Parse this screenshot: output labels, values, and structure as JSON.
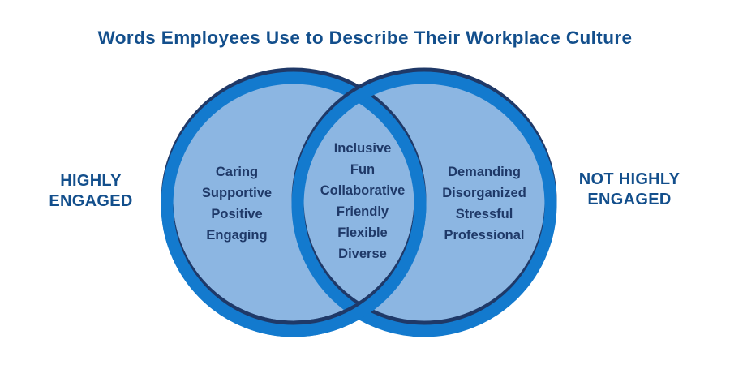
{
  "title": "Words Employees Use to Describe Their Workplace Culture",
  "chart_data": {
    "type": "venn",
    "title": "Words Employees Use to Describe Their Workplace Culture",
    "sets": [
      {
        "label_lines": [
          "HIGHLY",
          "ENGAGED"
        ],
        "words": [
          "Caring",
          "Supportive",
          "Positive",
          "Engaging"
        ]
      },
      {
        "label_lines": [
          "NOT HIGHLY",
          "ENGAGED"
        ],
        "words": [
          "Demanding",
          "Disorganized",
          "Stressful",
          "Professional"
        ]
      }
    ],
    "overlap_words": [
      "Inclusive",
      "Fun",
      "Collaborative",
      "Friendly",
      "Flexible",
      "Diverse"
    ],
    "layout": {
      "legend": "none",
      "label_position": "outside-left-and-right"
    }
  },
  "colors": {
    "background": "#FFFFFF",
    "circle_fill": "#8CB6E2",
    "circle_ring": "#137ACE",
    "ring_shadow_navy": "#1F3968",
    "word_text": "#1F3968",
    "title_text": "#134F8C",
    "side_label_text": "#134F8C"
  }
}
